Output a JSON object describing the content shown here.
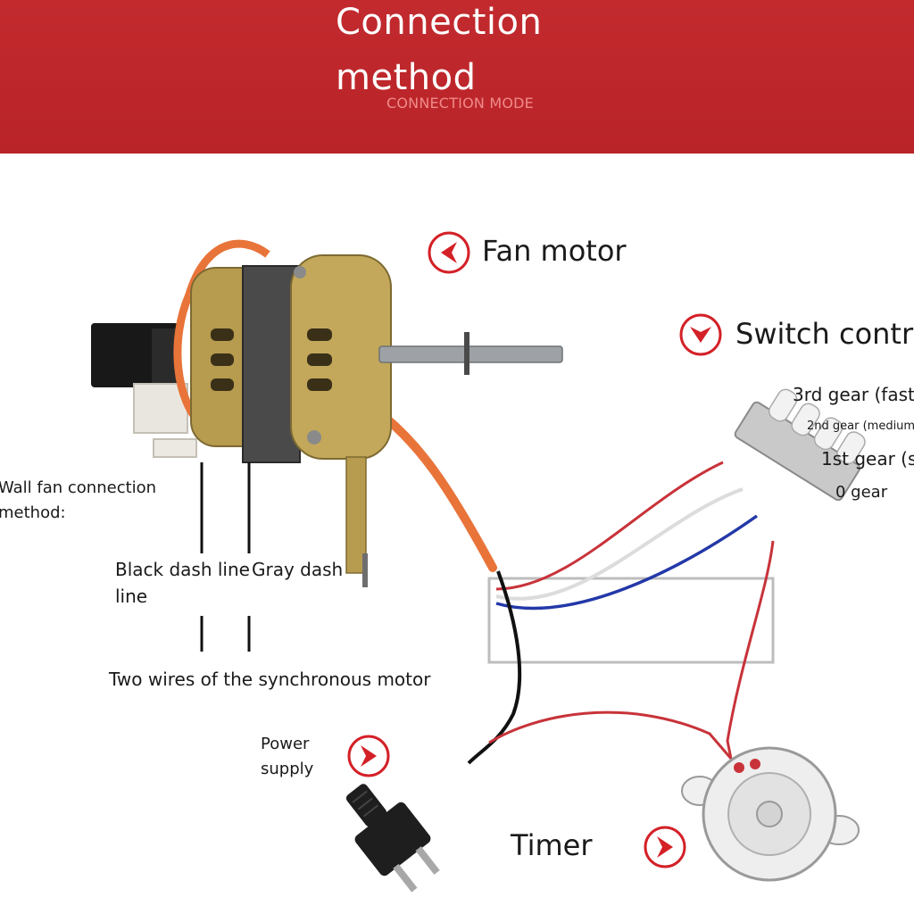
{
  "header": {
    "title": "Connection method",
    "subtitle": "CONNECTION MODE"
  },
  "labels": {
    "fan_motor": "Fan motor",
    "switch_control": "Switch contro",
    "gear3": "3rd gear (fast)",
    "gear2": "2nd gear (medium",
    "gear1": "1st gear (sl",
    "gear0": "0 gear",
    "wall_fan_line1": "Wall fan connection",
    "wall_fan_line2": "method:",
    "black_dash_line1": "Black dash line",
    "black_dash_line2": "line",
    "gray_dash": "Gray dash",
    "sync_motor": "Two wires of the synchronous motor",
    "power_line1": "Power",
    "power_line2": "supply",
    "timer": "Timer"
  },
  "colors": {
    "banner": "#c22a2e",
    "accent": "#d42027",
    "wire_orange": "#e8743a",
    "wire_red": "#c8333a",
    "wire_blue": "#2338a8",
    "wire_white": "#e6e6e6",
    "wire_black": "#111111",
    "motor_gold": "#b79b4e"
  },
  "icons": {
    "fan_motor_arrow": "chevron-left-icon",
    "switch_arrow": "chevron-down-icon",
    "power_arrow": "chevron-right-icon",
    "timer_arrow": "chevron-right-icon"
  }
}
